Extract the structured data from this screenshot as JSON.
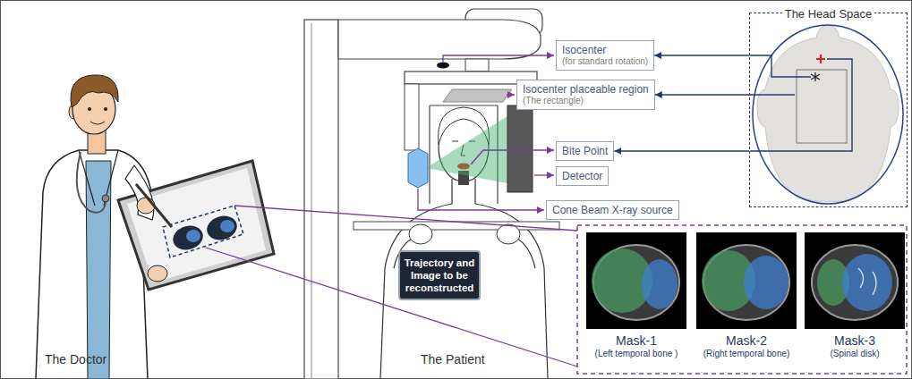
{
  "diagram": {
    "nodes": [
      {
        "text": [
          "The Head Space"
        ]
      },
      {
        "text": [
          "Isocenter",
          "(for standard rotation)"
        ]
      },
      {
        "text": [
          "Isocenter placeable region",
          "(The rectangle)"
        ]
      },
      {
        "text": [
          "Bite Point"
        ]
      },
      {
        "text": [
          "Detector"
        ]
      },
      {
        "text": [
          "Cone Beam X-ray source"
        ]
      },
      {
        "text": [
          "Trajectory and Image to be reconstructed"
        ]
      },
      {
        "text": [
          "Mask-1",
          "(Left temporal bone )"
        ]
      },
      {
        "text": [
          "Mask-2",
          "(Right temporal bone)"
        ]
      },
      {
        "text": [
          "Mask-3",
          "(Spinal disk)"
        ]
      }
    ],
    "edges": [
      {
        "from": 0,
        "to": 1,
        "arrow": "to"
      },
      {
        "from": 0,
        "to": 2,
        "arrow": "to"
      },
      {
        "from": 0,
        "to": 3,
        "arrow": "to"
      }
    ],
    "labels": [
      "The Doctor",
      "The Patient"
    ]
  }
}
